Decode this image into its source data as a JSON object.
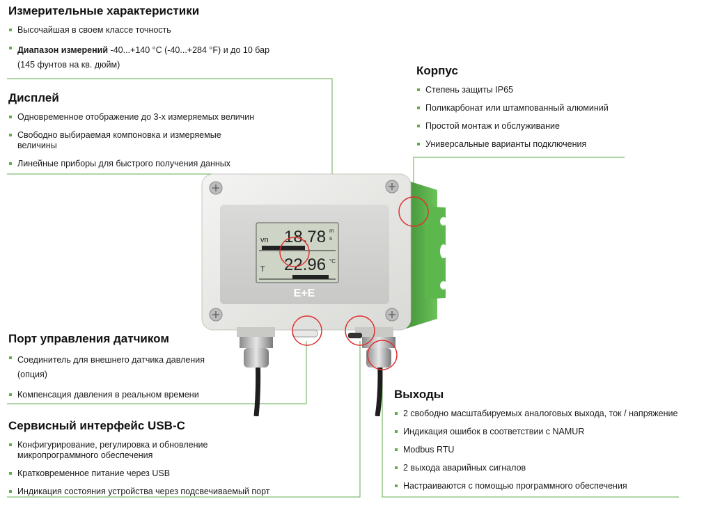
{
  "measurement": {
    "title": "Измерительные характеристики",
    "items": [
      {
        "bold": "",
        "text": "Высочайшая в своем классе точность"
      },
      {
        "bold": "Диапазон измерений",
        "text": " -40...+140 °C (-40...+284 °F) и до 10 бар (145 фунтов на кв. дюйм)"
      }
    ]
  },
  "display": {
    "title": "Дисплей",
    "items": [
      "Одновременное отображение до 3-х измеряемых величин",
      "Свободно выбираемая компоновка и измеряемые величины",
      "Линейные приборы для быстрого получения данных"
    ]
  },
  "housing": {
    "title": "Корпус",
    "items": [
      "Степень защиты IP65",
      "Поликарбонат или штампованный алюминий",
      "Простой монтаж и обслуживание",
      "Универсальные варианты подключения"
    ]
  },
  "sensor_port": {
    "title": "Порт управления датчиком",
    "items": [
      "Соединитель для внешнего датчика давления (опция)",
      "Компенсация давления в реальном времени"
    ]
  },
  "usb": {
    "title": "Сервисный интерфейс USB-C",
    "items": [
      "Конфигурирование, регулировка и обновление микропрограммного обеспечения",
      "Кратковременное питание через USB",
      "Индикация состояния устройства через подсвечиваемый порт"
    ]
  },
  "outputs": {
    "title": "Выходы",
    "items": [
      "2 свободно масштабируемых аналоговых выхода, ток / напряжение",
      "Индикация ошибок в соответствии с NAMUR",
      "Modbus RTU",
      "2 выхода аварийных сигналов",
      "Настраиваются с помощью программного обеспечения"
    ]
  },
  "device": {
    "lcd_value_1": "18.78",
    "lcd_unit_1_top": "m",
    "lcd_unit_1_bottom": "s",
    "lcd_label_1": "vn",
    "lcd_value_2": "22.96",
    "lcd_unit_2": "°C",
    "lcd_label_2": "T",
    "logo": "E+E"
  },
  "colors": {
    "accent_green": "#5fae4c",
    "highlight_red": "#e03030"
  }
}
